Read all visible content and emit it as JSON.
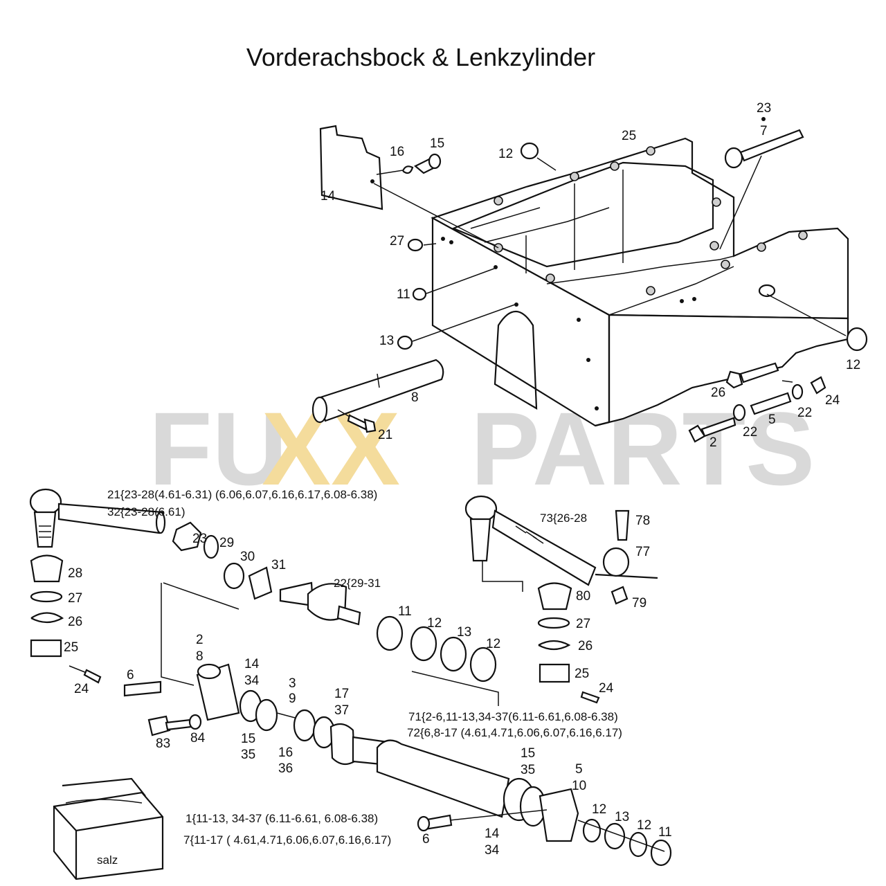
{
  "title": "Vorderachsbock & Lenkzylinder",
  "watermark": {
    "left": "FU",
    "middle": "XX",
    "right": "PARTS"
  },
  "colors": {
    "line": "#111111",
    "watermark_grey": "#d9d9d9",
    "watermark_yellow": "#f4dc9c"
  },
  "labels": [
    {
      "id": "23t",
      "text": "23"
    },
    {
      "id": "7t",
      "text": "7"
    },
    {
      "id": "25t",
      "text": "25"
    },
    {
      "id": "16t",
      "text": "16"
    },
    {
      "id": "15t",
      "text": "15"
    },
    {
      "id": "12t",
      "text": "12"
    },
    {
      "id": "14t",
      "text": "14"
    },
    {
      "id": "27t",
      "text": "27"
    },
    {
      "id": "11t",
      "text": "11"
    },
    {
      "id": "13t",
      "text": "13"
    },
    {
      "id": "12r",
      "text": "12"
    },
    {
      "id": "8t",
      "text": "8"
    },
    {
      "id": "21t",
      "text": "21"
    },
    {
      "id": "26r",
      "text": "26"
    },
    {
      "id": "24r",
      "text": "24"
    },
    {
      "id": "22r1",
      "text": "22"
    },
    {
      "id": "5r",
      "text": "5"
    },
    {
      "id": "22r2",
      "text": "22"
    },
    {
      "id": "2r",
      "text": "2"
    },
    {
      "id": "23m",
      "text": "23"
    },
    {
      "id": "29m",
      "text": "29"
    },
    {
      "id": "30m",
      "text": "30"
    },
    {
      "id": "31m",
      "text": "31"
    },
    {
      "id": "28l",
      "text": "28"
    },
    {
      "id": "27l",
      "text": "27"
    },
    {
      "id": "26l",
      "text": "26"
    },
    {
      "id": "25l",
      "text": "25"
    },
    {
      "id": "24l",
      "text": "24"
    },
    {
      "id": "11m",
      "text": "11"
    },
    {
      "id": "12m1",
      "text": "12"
    },
    {
      "id": "13m",
      "text": "13"
    },
    {
      "id": "12m2",
      "text": "12"
    },
    {
      "id": "78r",
      "text": "78"
    },
    {
      "id": "77r",
      "text": "77"
    },
    {
      "id": "79r",
      "text": "79"
    },
    {
      "id": "80r",
      "text": "80"
    },
    {
      "id": "27r2",
      "text": "27"
    },
    {
      "id": "26r2",
      "text": "26"
    },
    {
      "id": "25r2",
      "text": "25"
    },
    {
      "id": "24r2",
      "text": "24"
    },
    {
      "id": "2c",
      "text": "2"
    },
    {
      "id": "8c",
      "text": "8"
    },
    {
      "id": "14c",
      "text": "14"
    },
    {
      "id": "34c",
      "text": "34"
    },
    {
      "id": "6c",
      "text": "6"
    },
    {
      "id": "3c",
      "text": "3"
    },
    {
      "id": "9c",
      "text": "9"
    },
    {
      "id": "17c",
      "text": "17"
    },
    {
      "id": "37c",
      "text": "37"
    },
    {
      "id": "83c",
      "text": "83"
    },
    {
      "id": "84c",
      "text": "84"
    },
    {
      "id": "15c",
      "text": "15"
    },
    {
      "id": "35c",
      "text": "35"
    },
    {
      "id": "16c",
      "text": "16"
    },
    {
      "id": "36c",
      "text": "36"
    },
    {
      "id": "15b",
      "text": "15"
    },
    {
      "id": "35b",
      "text": "35"
    },
    {
      "id": "5b",
      "text": "5"
    },
    {
      "id": "10b",
      "text": "10"
    },
    {
      "id": "12b1",
      "text": "12"
    },
    {
      "id": "13b",
      "text": "13"
    },
    {
      "id": "12b2",
      "text": "12"
    },
    {
      "id": "11b",
      "text": "11"
    },
    {
      "id": "6b",
      "text": "6"
    },
    {
      "id": "14b",
      "text": "14"
    },
    {
      "id": "34b",
      "text": "34"
    }
  ],
  "groups": {
    "g21": "21{23-28(4.61-6.31) (6.06,6.07,6.16,6.17,6.08-6.38)",
    "g32": "32{23-28(6.61)",
    "g73": "73{26-28",
    "g22": "22{29-31",
    "g71": "71{2-6,11-13,34-37(6.11-6.61,6.08-6.38)",
    "g72": "72{6,8-17 (4.61,4.71,6.06,6.07,6.16,6.17)",
    "g1": "1{11-13, 34-37 (6.11-6.61, 6.08-6.38)",
    "g7": "7{11-17 ( 4.61,4.71,6.06,6.07,6.16,6.17)"
  },
  "box_brand": "salz"
}
